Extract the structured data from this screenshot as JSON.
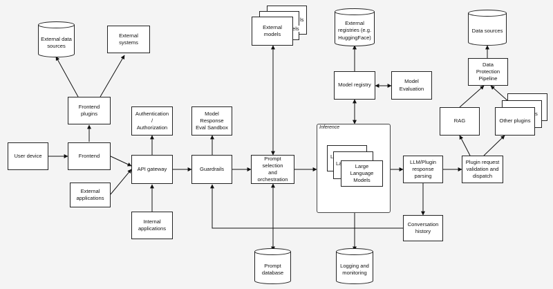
{
  "colors": {
    "background": "#f4f4f4",
    "box_fill": "#ffffff",
    "stroke": "#222222"
  },
  "nodes": {
    "external_data_sources": "External data\nsources",
    "external_systems": "External systems",
    "frontend_plugins": "Frontend plugins",
    "user_device": "User device",
    "frontend": "Frontend",
    "external_applications": "External\napplications",
    "authentication": "Authentication /\nAuthorization",
    "api_gateway": "API gateway",
    "internal_applications": "Internal\napplications",
    "model_response_sandbox": "Model Response\nEval Sandbox",
    "guardrails": "Guardrails",
    "external_models": "External models",
    "external_models_back1": "ls",
    "external_models_back2": "els",
    "prompt_selection": "Prompt selection\nand\norchestration",
    "prompt_database": "Prompt\ndatabase",
    "external_registries": "External\nregistries (e.g.\nHuggingFace)",
    "model_registry": "Model registry",
    "model_evaluation": "Model\nEvaluation",
    "inference_label": "Inference",
    "llm_back1": "L",
    "llm_back2": "La",
    "large_language_models": "Large Language\nModels",
    "logging_monitoring": "Logging and\nmonitoring",
    "data_sources": "Data sources",
    "data_protection": "Data Protection\nPipeline",
    "rag": "RAG",
    "other_plugins": "Other plugins",
    "other_plugins_back": "s",
    "llm_plugin_parsing": "LLM/Plugin\nresponse\nparsing",
    "plugin_request": "Plugin request\nvalidation and\ndispatch",
    "conversation_history": "Conversation\nhistory"
  }
}
